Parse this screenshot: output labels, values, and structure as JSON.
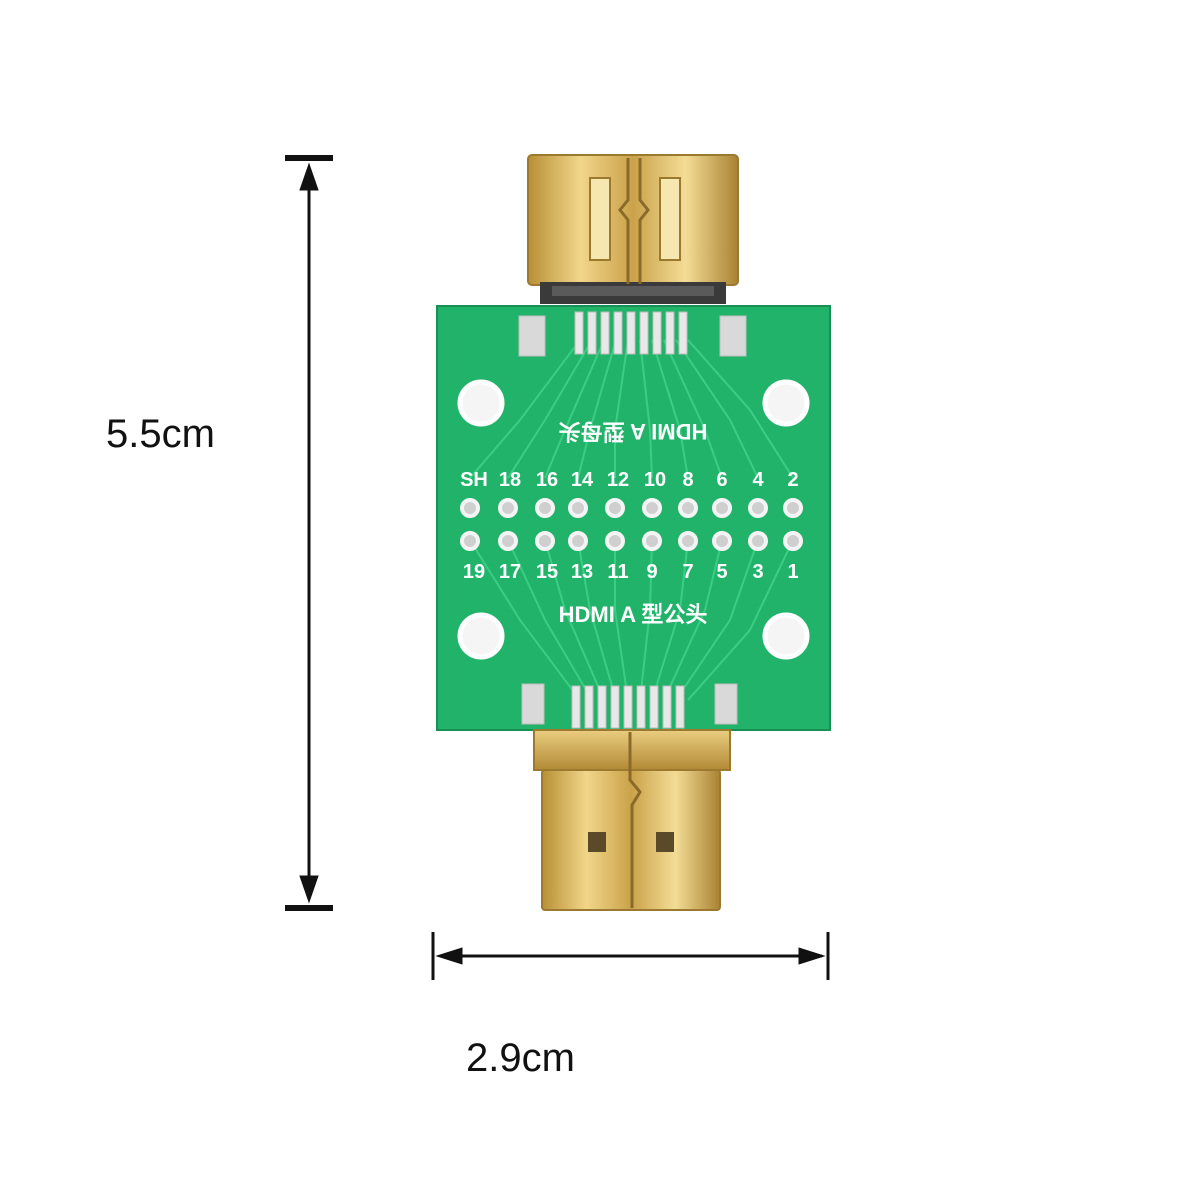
{
  "dimensions": {
    "height": "5.5cm",
    "width": "2.9cm"
  },
  "board": {
    "label_top": "HDMI A 型母头",
    "label_bottom": "HDMI A 型公头",
    "top_pin_labels": [
      "SH",
      "18",
      "16",
      "14",
      "12",
      "10",
      "8",
      "6",
      "4",
      "2"
    ],
    "bottom_pin_labels": [
      "19",
      "17",
      "15",
      "13",
      "11",
      "9",
      "7",
      "5",
      "3",
      "1"
    ]
  },
  "colors": {
    "pcb_green": "#21b26b",
    "gold": "#d9b45a",
    "dimension_line": "#111111"
  }
}
